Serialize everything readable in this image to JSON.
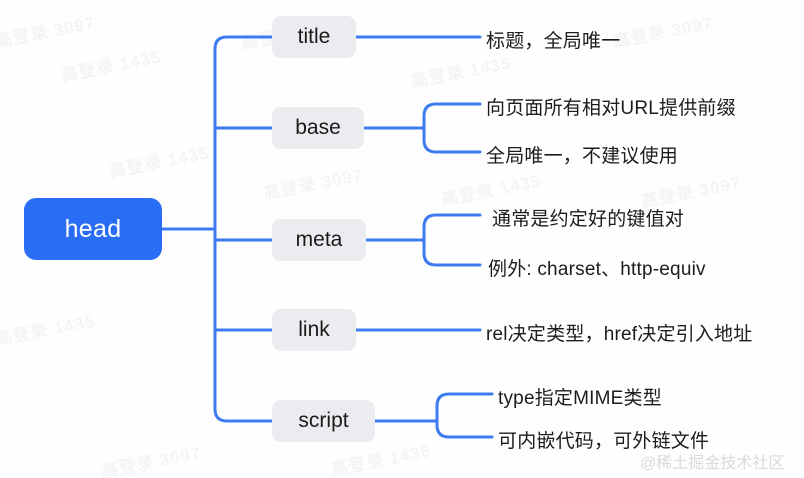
{
  "diagram": {
    "type": "mind-map",
    "root": {
      "label": "head"
    },
    "colors": {
      "root_fill": "#2a6df5",
      "root_text": "#ffffff",
      "node_fill": "#ebecef",
      "node_text": "#1a1a1a",
      "connector": "#3d7bf0",
      "background": "#ffffff"
    },
    "branches": [
      {
        "label": "title",
        "leaves": [
          "标题，全局唯一"
        ]
      },
      {
        "label": "base",
        "leaves": [
          "向页面所有相对URL提供前缀",
          "全局唯一，不建议使用"
        ]
      },
      {
        "label": "meta",
        "leaves": [
          "通常是约定好的键值对",
          "例外: charset、http-equiv"
        ]
      },
      {
        "label": "link",
        "leaves": [
          "rel决定类型，href决定引入地址"
        ]
      },
      {
        "label": "script",
        "leaves": [
          "type指定MIME类型",
          "可内嵌代码，可外链文件"
        ]
      }
    ]
  },
  "watermarks": {
    "tiles": [
      "高登录 3097",
      "高登录 1435",
      "高登录 3097",
      "高登录 1435",
      "高登录 3097",
      "高登录 1435",
      "高登录 3097",
      "高登录 1435",
      "高登录 3097",
      "高登录 1435",
      "高登录 3097",
      "高登录 1435"
    ],
    "credit": "@稀土掘金技术社区"
  }
}
